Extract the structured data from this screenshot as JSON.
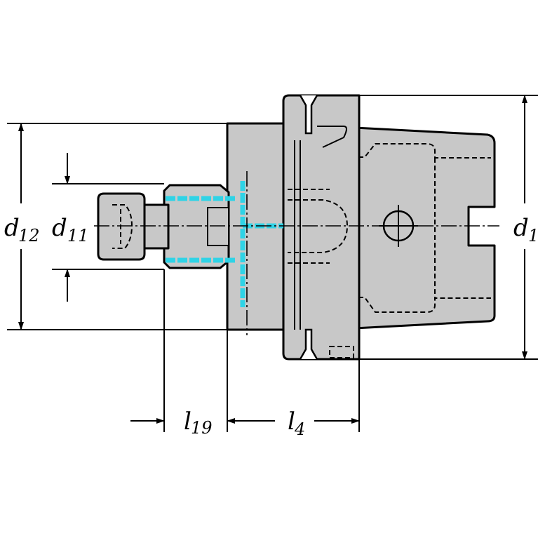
{
  "dimensions": {
    "d12": {
      "main": "d",
      "sub": "12"
    },
    "d11": {
      "main": "d",
      "sub": "11"
    },
    "d1": {
      "main": "d",
      "sub": "1"
    },
    "l19": {
      "main": "l",
      "sub": "19"
    },
    "l4": {
      "main": "l",
      "sub": "4"
    }
  },
  "colors": {
    "body": "#c8c8c8",
    "coolant": "#2fd3e6",
    "line": "#000000"
  }
}
